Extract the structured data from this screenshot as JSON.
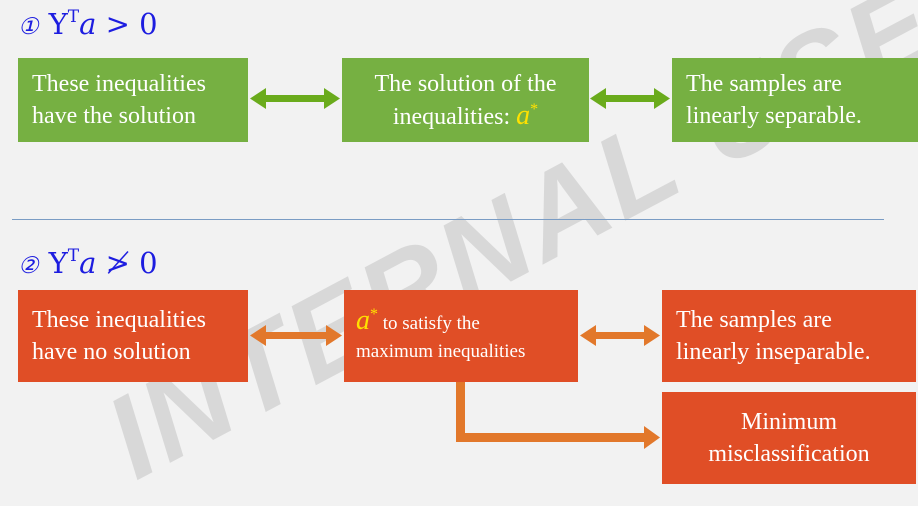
{
  "section1": {
    "marker": "①",
    "condition_Y": "Y",
    "condition_T": "T",
    "condition_a": "a",
    "condition_rest": " > 0",
    "box1": [
      "These inequalities",
      "have the solution"
    ],
    "box2_line1": "The solution of the",
    "box2_line2_text": "inequalities: ",
    "box2_astar": "a",
    "box2_star": "*",
    "box3": [
      "The samples are",
      "linearly separable."
    ],
    "color": "#76b042",
    "arrow_color": "#6aab1c"
  },
  "section2": {
    "marker": "②",
    "condition_Y": "Y",
    "condition_T": "T",
    "condition_a": "a",
    "condition_rest": " ≯ 0",
    "box1": [
      "These inequalities",
      "have no solution"
    ],
    "box2_astar": "a",
    "box2_star": "*",
    "box2_line1_text": " to satisfy the",
    "box2_line2": "maximum inequalities",
    "box3": [
      "The samples are",
      "linearly inseparable."
    ],
    "box4": [
      "Minimum",
      "misclassification"
    ],
    "color": "#e04e26",
    "arrow_color": "#e2782b"
  },
  "watermark": "INTERNAL USE",
  "colors": {
    "heading": "#1d1de0",
    "highlight": "#ffe100",
    "background": "#f2f2f2",
    "divider": "#7a9cc4"
  }
}
